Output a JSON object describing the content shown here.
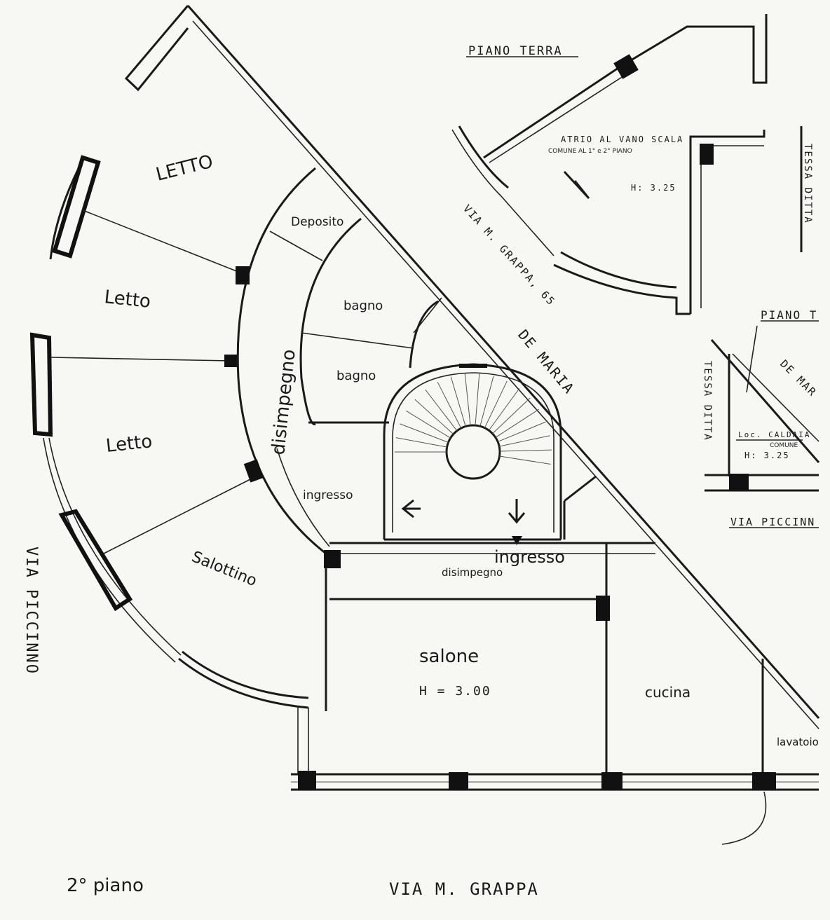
{
  "rooms": {
    "letto1": "LETTO",
    "letto2": "Letto",
    "letto3": "Letto",
    "deposito": "Deposito",
    "bagno1": "bagno",
    "bagno2": "bagno",
    "disimpegno_curvo": "disimpegno",
    "ingresso_left": "ingresso",
    "salottino": "Salottino",
    "ingresso_main": "ingresso",
    "disimpegno_main": "disimpegno",
    "salone": "salone",
    "salone_height": "H = 3.00",
    "cucina": "cucina",
    "lavatoio": "lavatoio"
  },
  "inset_ground": {
    "title": "PIANO TERRA",
    "atrio": "ATRIO AL VANO SCALA",
    "atrio_sub": "COMUNE AL 1° e 2° PIANO",
    "height": "H: 3.25",
    "street": "VIA M. GRAPPA, 65",
    "neighbor": "TESSA DITTA"
  },
  "inset_right": {
    "title": "PIANO T",
    "neighbor": "TESSA DITTA",
    "street_top": "DE MAR",
    "room": "Loc. CALDAIA",
    "room_sub": "COMUNE",
    "height": "H: 3.25",
    "street_bottom": "VIA PICCINN"
  },
  "streets": {
    "diagonal": "DE MARIA",
    "left": "VIA PICCINNO",
    "bottom": "VIA M. GRAPPA"
  },
  "floor_label": "2° piano"
}
